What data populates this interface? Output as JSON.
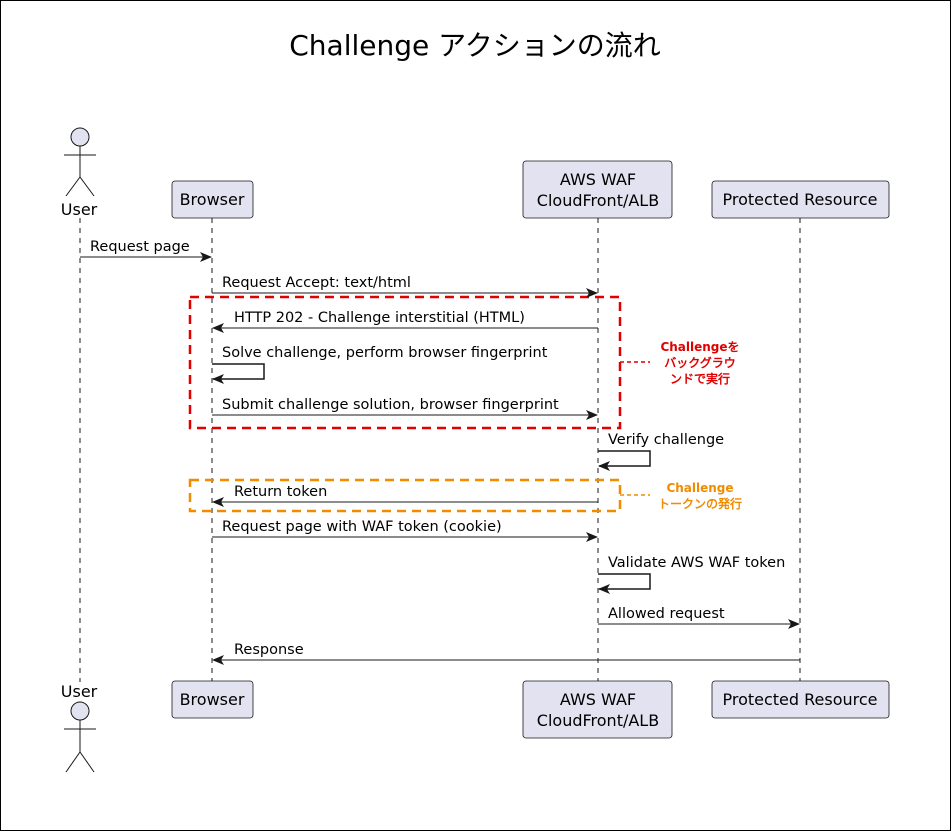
{
  "title": "Challenge アクションの流れ",
  "participants": [
    {
      "id": "user",
      "label": "User",
      "kind": "actor"
    },
    {
      "id": "browser",
      "label": "Browser",
      "kind": "box"
    },
    {
      "id": "waf",
      "label": "AWS WAF\nCloudFront/ALB",
      "label_lines": [
        "AWS WAF",
        "CloudFront/ALB"
      ],
      "kind": "box"
    },
    {
      "id": "resource",
      "label": "Protected Resource",
      "kind": "box"
    }
  ],
  "messages": [
    {
      "from": "user",
      "to": "browser",
      "label": "Request page"
    },
    {
      "from": "browser",
      "to": "waf",
      "label": "Request Accept: text/html"
    },
    {
      "from": "waf",
      "to": "browser",
      "label": "HTTP 202 - Challenge interstitial (HTML)"
    },
    {
      "from": "browser",
      "to": "browser",
      "label": "Solve challenge, perform browser fingerprint"
    },
    {
      "from": "browser",
      "to": "waf",
      "label": "Submit challenge solution, browser fingerprint"
    },
    {
      "from": "waf",
      "to": "waf",
      "label": "Verify challenge"
    },
    {
      "from": "waf",
      "to": "browser",
      "label": "Return token"
    },
    {
      "from": "browser",
      "to": "waf",
      "label": "Request page with WAF token (cookie)"
    },
    {
      "from": "waf",
      "to": "waf",
      "label": "Validate AWS WAF token"
    },
    {
      "from": "waf",
      "to": "resource",
      "label": "Allowed request"
    },
    {
      "from": "resource",
      "to": "browser",
      "label": "Response"
    }
  ],
  "annotations": [
    {
      "id": "background",
      "color": "#e00000",
      "lines": [
        "Challengeを",
        "バックグラウ",
        "ンドで実行"
      ]
    },
    {
      "id": "token",
      "color": "#f08c00",
      "lines": [
        "Challenge",
        "トークンの発行"
      ]
    }
  ],
  "colors": {
    "participant_fill": "#e2e2f0",
    "participant_stroke": "#181818",
    "lifeline": "#181818",
    "arrow": "#181818",
    "red_box": "#e00000",
    "orange_box": "#f08c00"
  }
}
